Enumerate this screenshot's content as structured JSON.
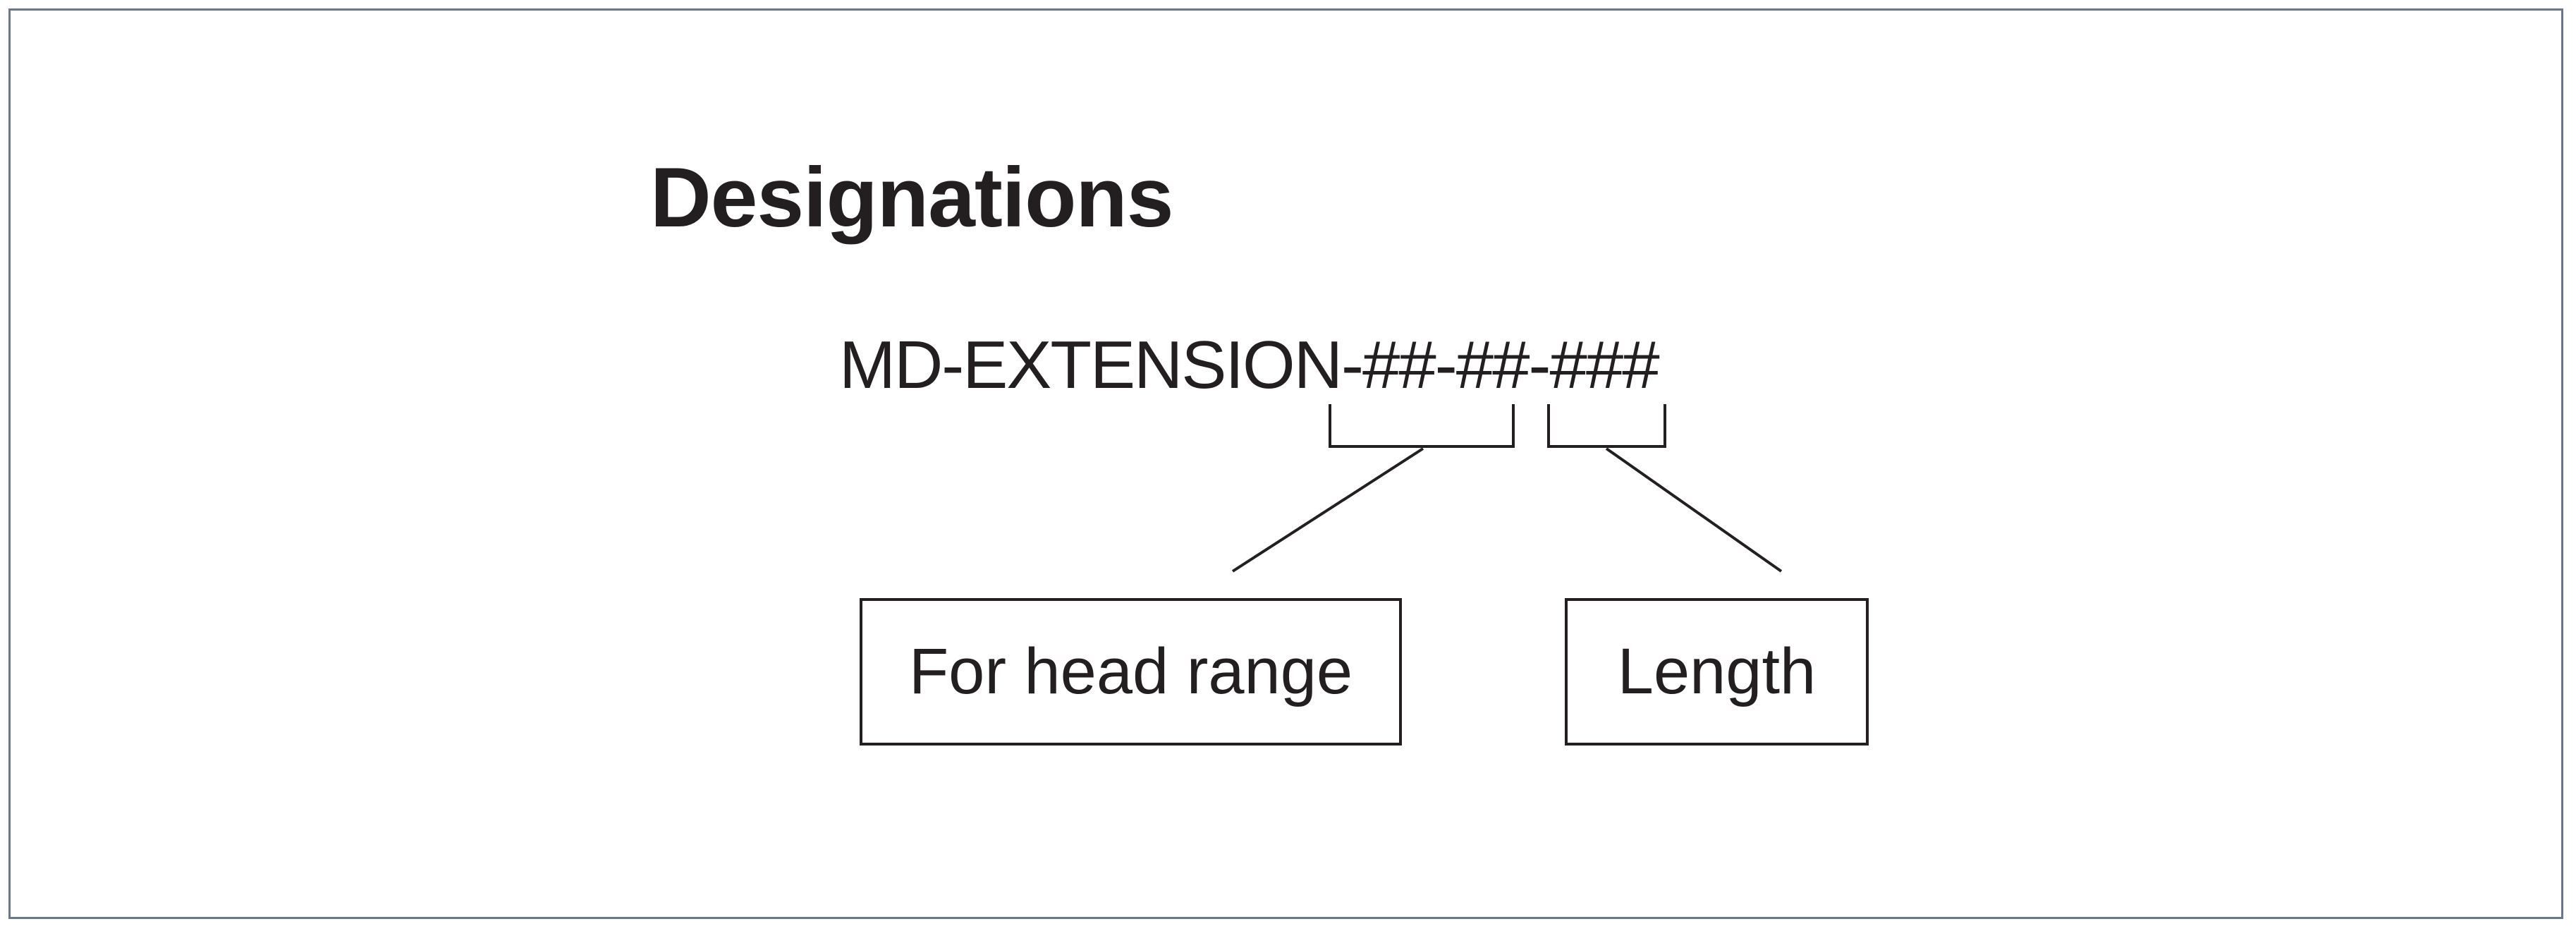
{
  "title": "Designations",
  "designation_code": "MD-EXTENSION-##-##-###",
  "labels": {
    "head_range": "For head range",
    "length": "Length"
  },
  "colors": {
    "text": "#231f20",
    "frame_border": "#6b7689",
    "background": "#ffffff"
  }
}
